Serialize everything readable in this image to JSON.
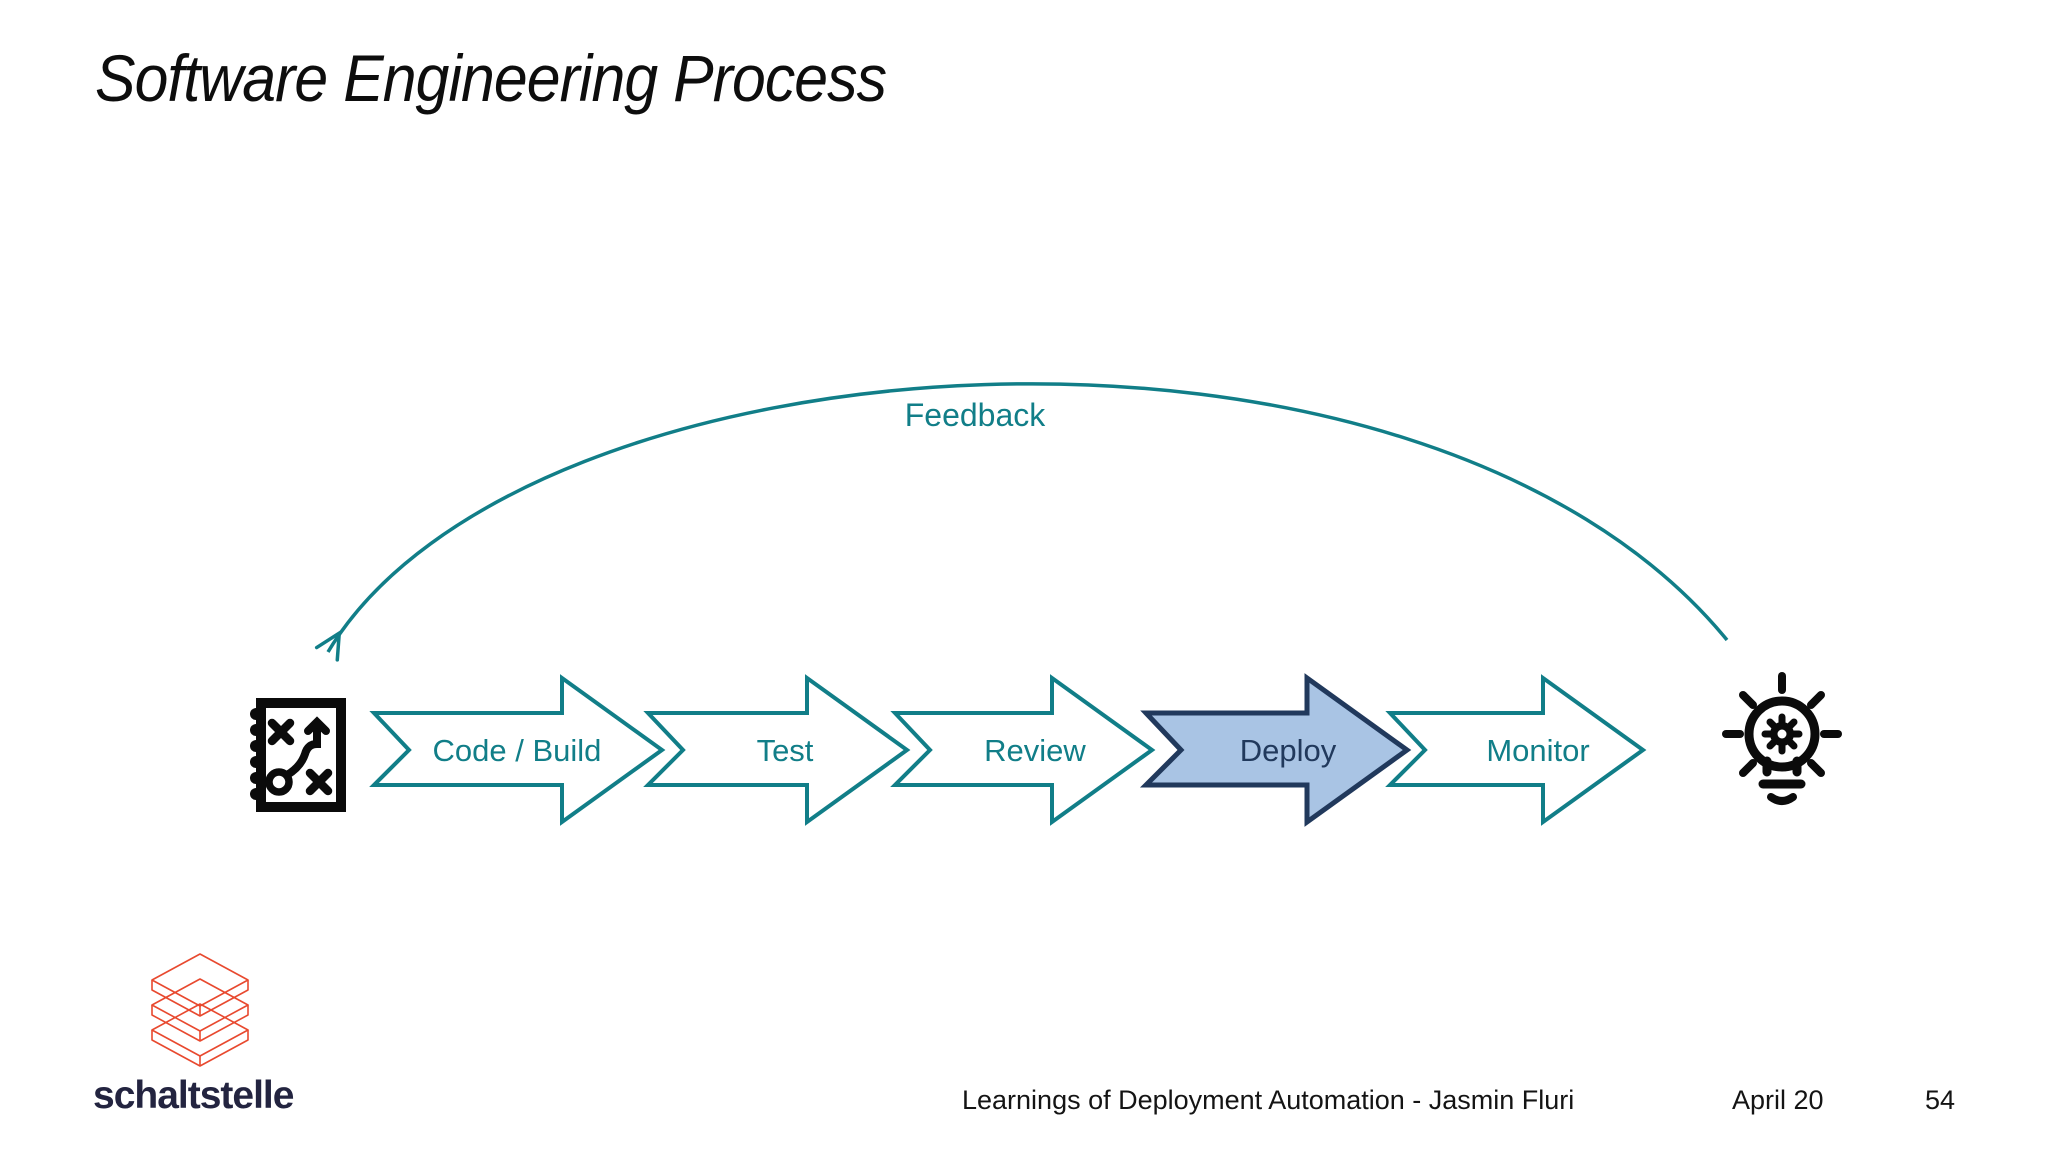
{
  "slide": {
    "title": "Software Engineering Process",
    "footer": {
      "caption": "Learnings of Deployment Automation - Jasmin Fluri",
      "date": "April 20",
      "page_number": "54"
    }
  },
  "diagram": {
    "feedback_label": "Feedback",
    "start_icon": "strategy-notebook-icon",
    "end_icon": "lightbulb-gear-icon",
    "steps": [
      {
        "label": "Code / Build",
        "highlighted": false
      },
      {
        "label": "Test",
        "highlighted": false
      },
      {
        "label": "Review",
        "highlighted": false
      },
      {
        "label": "Deploy",
        "highlighted": true
      },
      {
        "label": "Monitor",
        "highlighted": false
      }
    ]
  },
  "branding": {
    "logo_text": "schaltstelle"
  },
  "colors": {
    "teal": "#117e88",
    "deploy_fill": "#a9c4e4",
    "deploy_stroke": "#21395c",
    "logo_red": "#e8492f",
    "wordmark_navy": "#232440",
    "text_black": "#0d0d0d"
  }
}
